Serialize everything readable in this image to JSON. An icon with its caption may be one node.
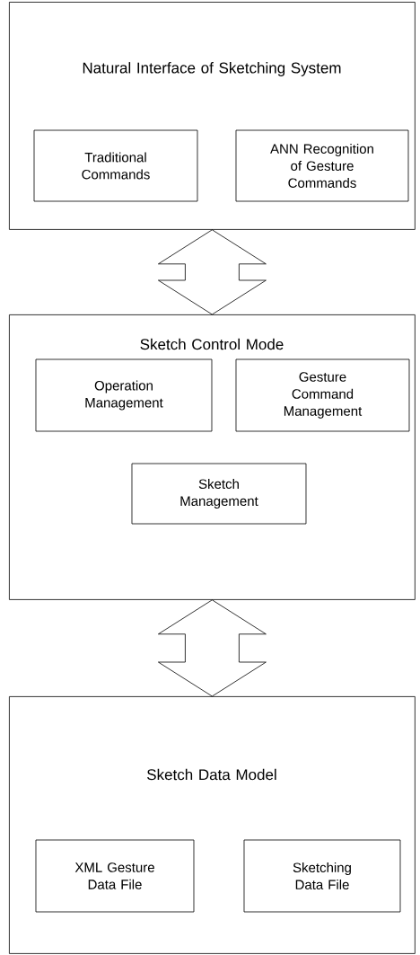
{
  "diagram": {
    "nodes": [
      {
        "text": [
          "Natural Interface of Sketching System"
        ]
      },
      {
        "text": [
          "Traditional Commands"
        ],
        "in": 0
      },
      {
        "text": [
          "ANN Recognition of Gesture Commands"
        ],
        "in": 0
      },
      {
        "text": [
          "Sketch Control Mode"
        ]
      },
      {
        "text": [
          "Operation Management"
        ],
        "in": 3
      },
      {
        "text": [
          "Gesture Command Management"
        ],
        "in": 3
      },
      {
        "text": [
          "Sketch Management"
        ],
        "in": 3
      },
      {
        "text": [
          "Sketch Data Model"
        ]
      },
      {
        "text": [
          "XML Gesture Data File"
        ],
        "in": 7
      },
      {
        "text": [
          "Sketching Data File"
        ],
        "in": 7
      }
    ],
    "edges": [
      {
        "from": 0,
        "to": 3,
        "arrow": "both"
      },
      {
        "from": 3,
        "to": 7,
        "arrow": "both"
      }
    ]
  }
}
